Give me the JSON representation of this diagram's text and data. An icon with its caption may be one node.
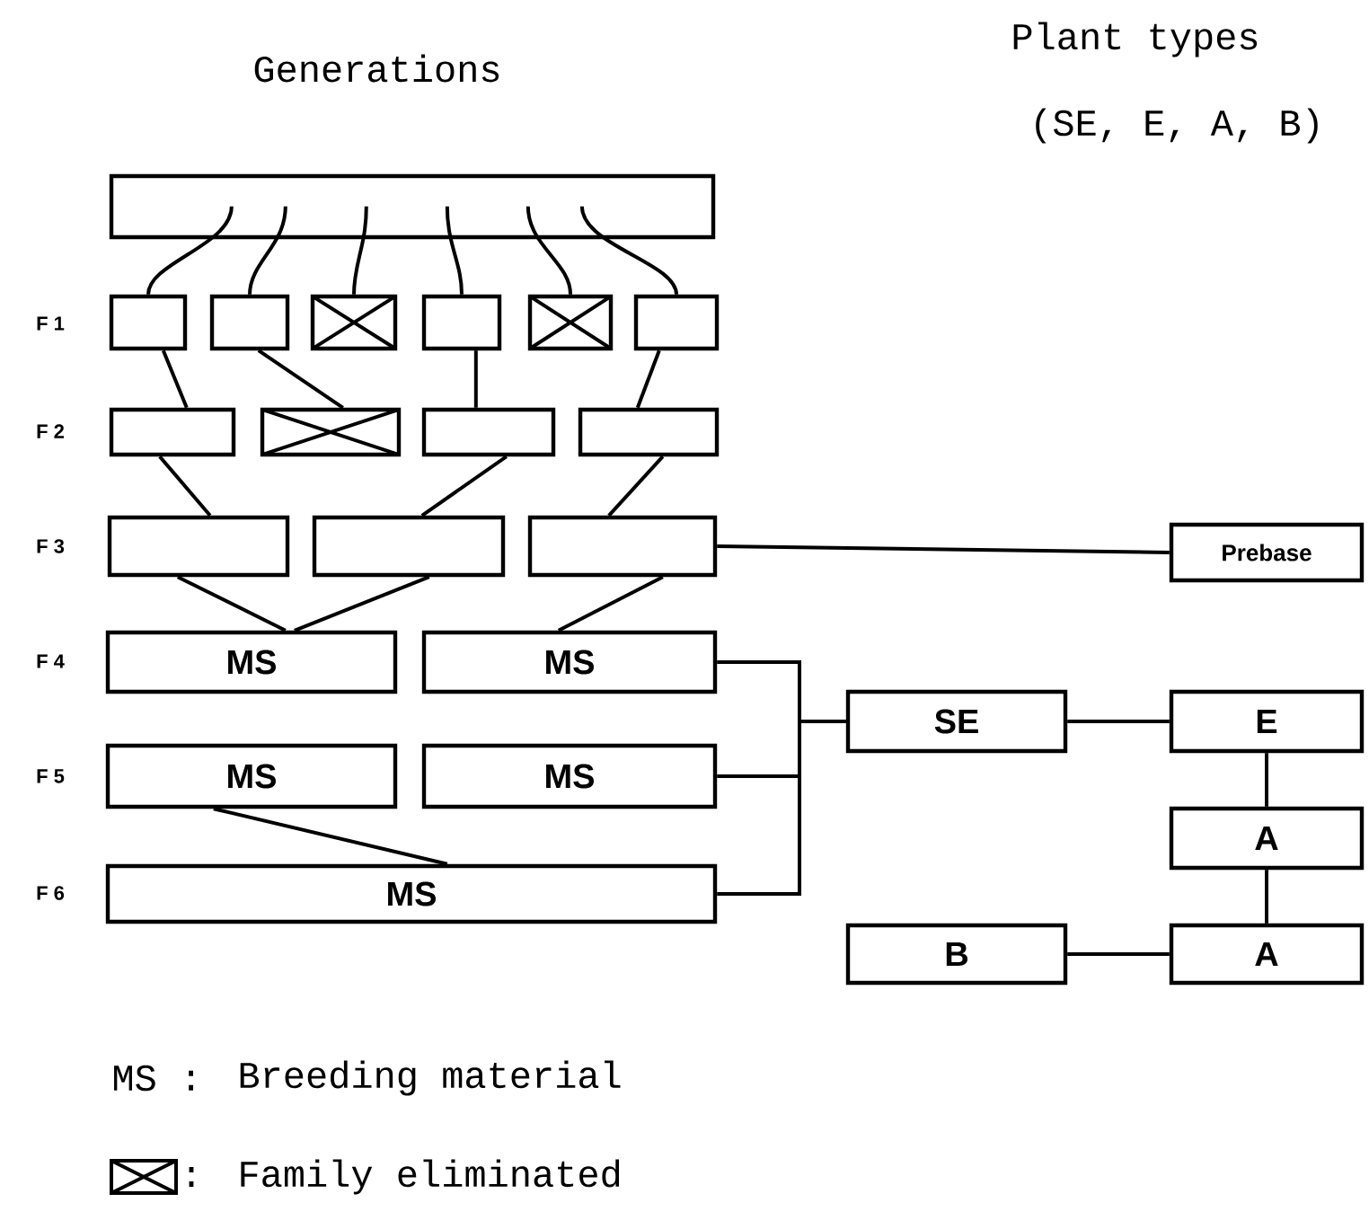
{
  "diagram": {
    "nodes": [
      {
        "text": [],
        "shape": "box"
      },
      {
        "text": [],
        "shape": "box"
      },
      {
        "text": [],
        "shape": "box"
      },
      {
        "text": [],
        "shape": "crossed-box"
      },
      {
        "text": [],
        "shape": "box"
      },
      {
        "text": [],
        "shape": "crossed-box"
      },
      {
        "text": [],
        "shape": "box"
      },
      {
        "text": [],
        "shape": "box"
      },
      {
        "text": [],
        "shape": "crossed-box"
      },
      {
        "text": [],
        "shape": "box"
      },
      {
        "text": [],
        "shape": "box"
      },
      {
        "text": [],
        "shape": "box"
      },
      {
        "text": [],
        "shape": "box"
      },
      {
        "text": [],
        "shape": "box"
      },
      {
        "text": [
          "MS"
        ]
      },
      {
        "text": [
          "MS"
        ]
      },
      {
        "text": [
          "MS"
        ]
      },
      {
        "text": [
          "MS"
        ]
      },
      {
        "text": [
          "MS"
        ]
      },
      {
        "text": [
          "Prebase"
        ]
      },
      {
        "text": [
          "SE"
        ]
      },
      {
        "text": [
          "E"
        ]
      },
      {
        "text": [
          "A"
        ]
      },
      {
        "text": [
          "A"
        ]
      },
      {
        "text": [
          "B"
        ]
      }
    ],
    "edges": [
      {
        "from": 0,
        "to": 1,
        "arrow": "none"
      },
      {
        "from": 0,
        "to": 2,
        "arrow": "none"
      },
      {
        "from": 0,
        "to": 3,
        "arrow": "none"
      },
      {
        "from": 0,
        "to": 4,
        "arrow": "none"
      },
      {
        "from": 0,
        "to": 5,
        "arrow": "none"
      },
      {
        "from": 0,
        "to": 6,
        "arrow": "none"
      },
      {
        "from": 1,
        "to": 7,
        "arrow": "none"
      },
      {
        "from": 2,
        "to": 8,
        "arrow": "none"
      },
      {
        "from": 4,
        "to": 9,
        "arrow": "none"
      },
      {
        "from": 6,
        "to": 10,
        "arrow": "none"
      },
      {
        "from": 7,
        "to": 11,
        "arrow": "none"
      },
      {
        "from": 9,
        "to": 12,
        "arrow": "none"
      },
      {
        "from": 10,
        "to": 13,
        "arrow": "none"
      },
      {
        "from": 11,
        "to": 14,
        "arrow": "none"
      },
      {
        "from": 12,
        "to": 14,
        "arrow": "none"
      },
      {
        "from": 13,
        "to": 15,
        "arrow": "none"
      },
      {
        "from": 16,
        "to": 18,
        "arrow": "none"
      },
      {
        "from": 13,
        "to": 19,
        "arrow": "none"
      },
      {
        "from": 15,
        "to": 20,
        "arrow": "none"
      },
      {
        "from": 17,
        "to": 20,
        "arrow": "none"
      },
      {
        "from": 18,
        "to": 20,
        "arrow": "none"
      },
      {
        "from": 20,
        "to": 21,
        "arrow": "none"
      },
      {
        "from": 21,
        "to": 22,
        "arrow": "none"
      },
      {
        "from": 22,
        "to": 23,
        "arrow": "none"
      },
      {
        "from": 24,
        "to": 23,
        "arrow": "none"
      }
    ],
    "labels": [
      "Generations",
      "Plant types",
      "(SE, E, A, B)",
      "F 1",
      "F 2",
      "F 3",
      "F 4",
      "F 5",
      "F 6",
      "MS :",
      ":"
    ],
    "legend": [
      {
        "text": "Breeding material"
      },
      {
        "text": "Family eliminated"
      }
    ]
  }
}
